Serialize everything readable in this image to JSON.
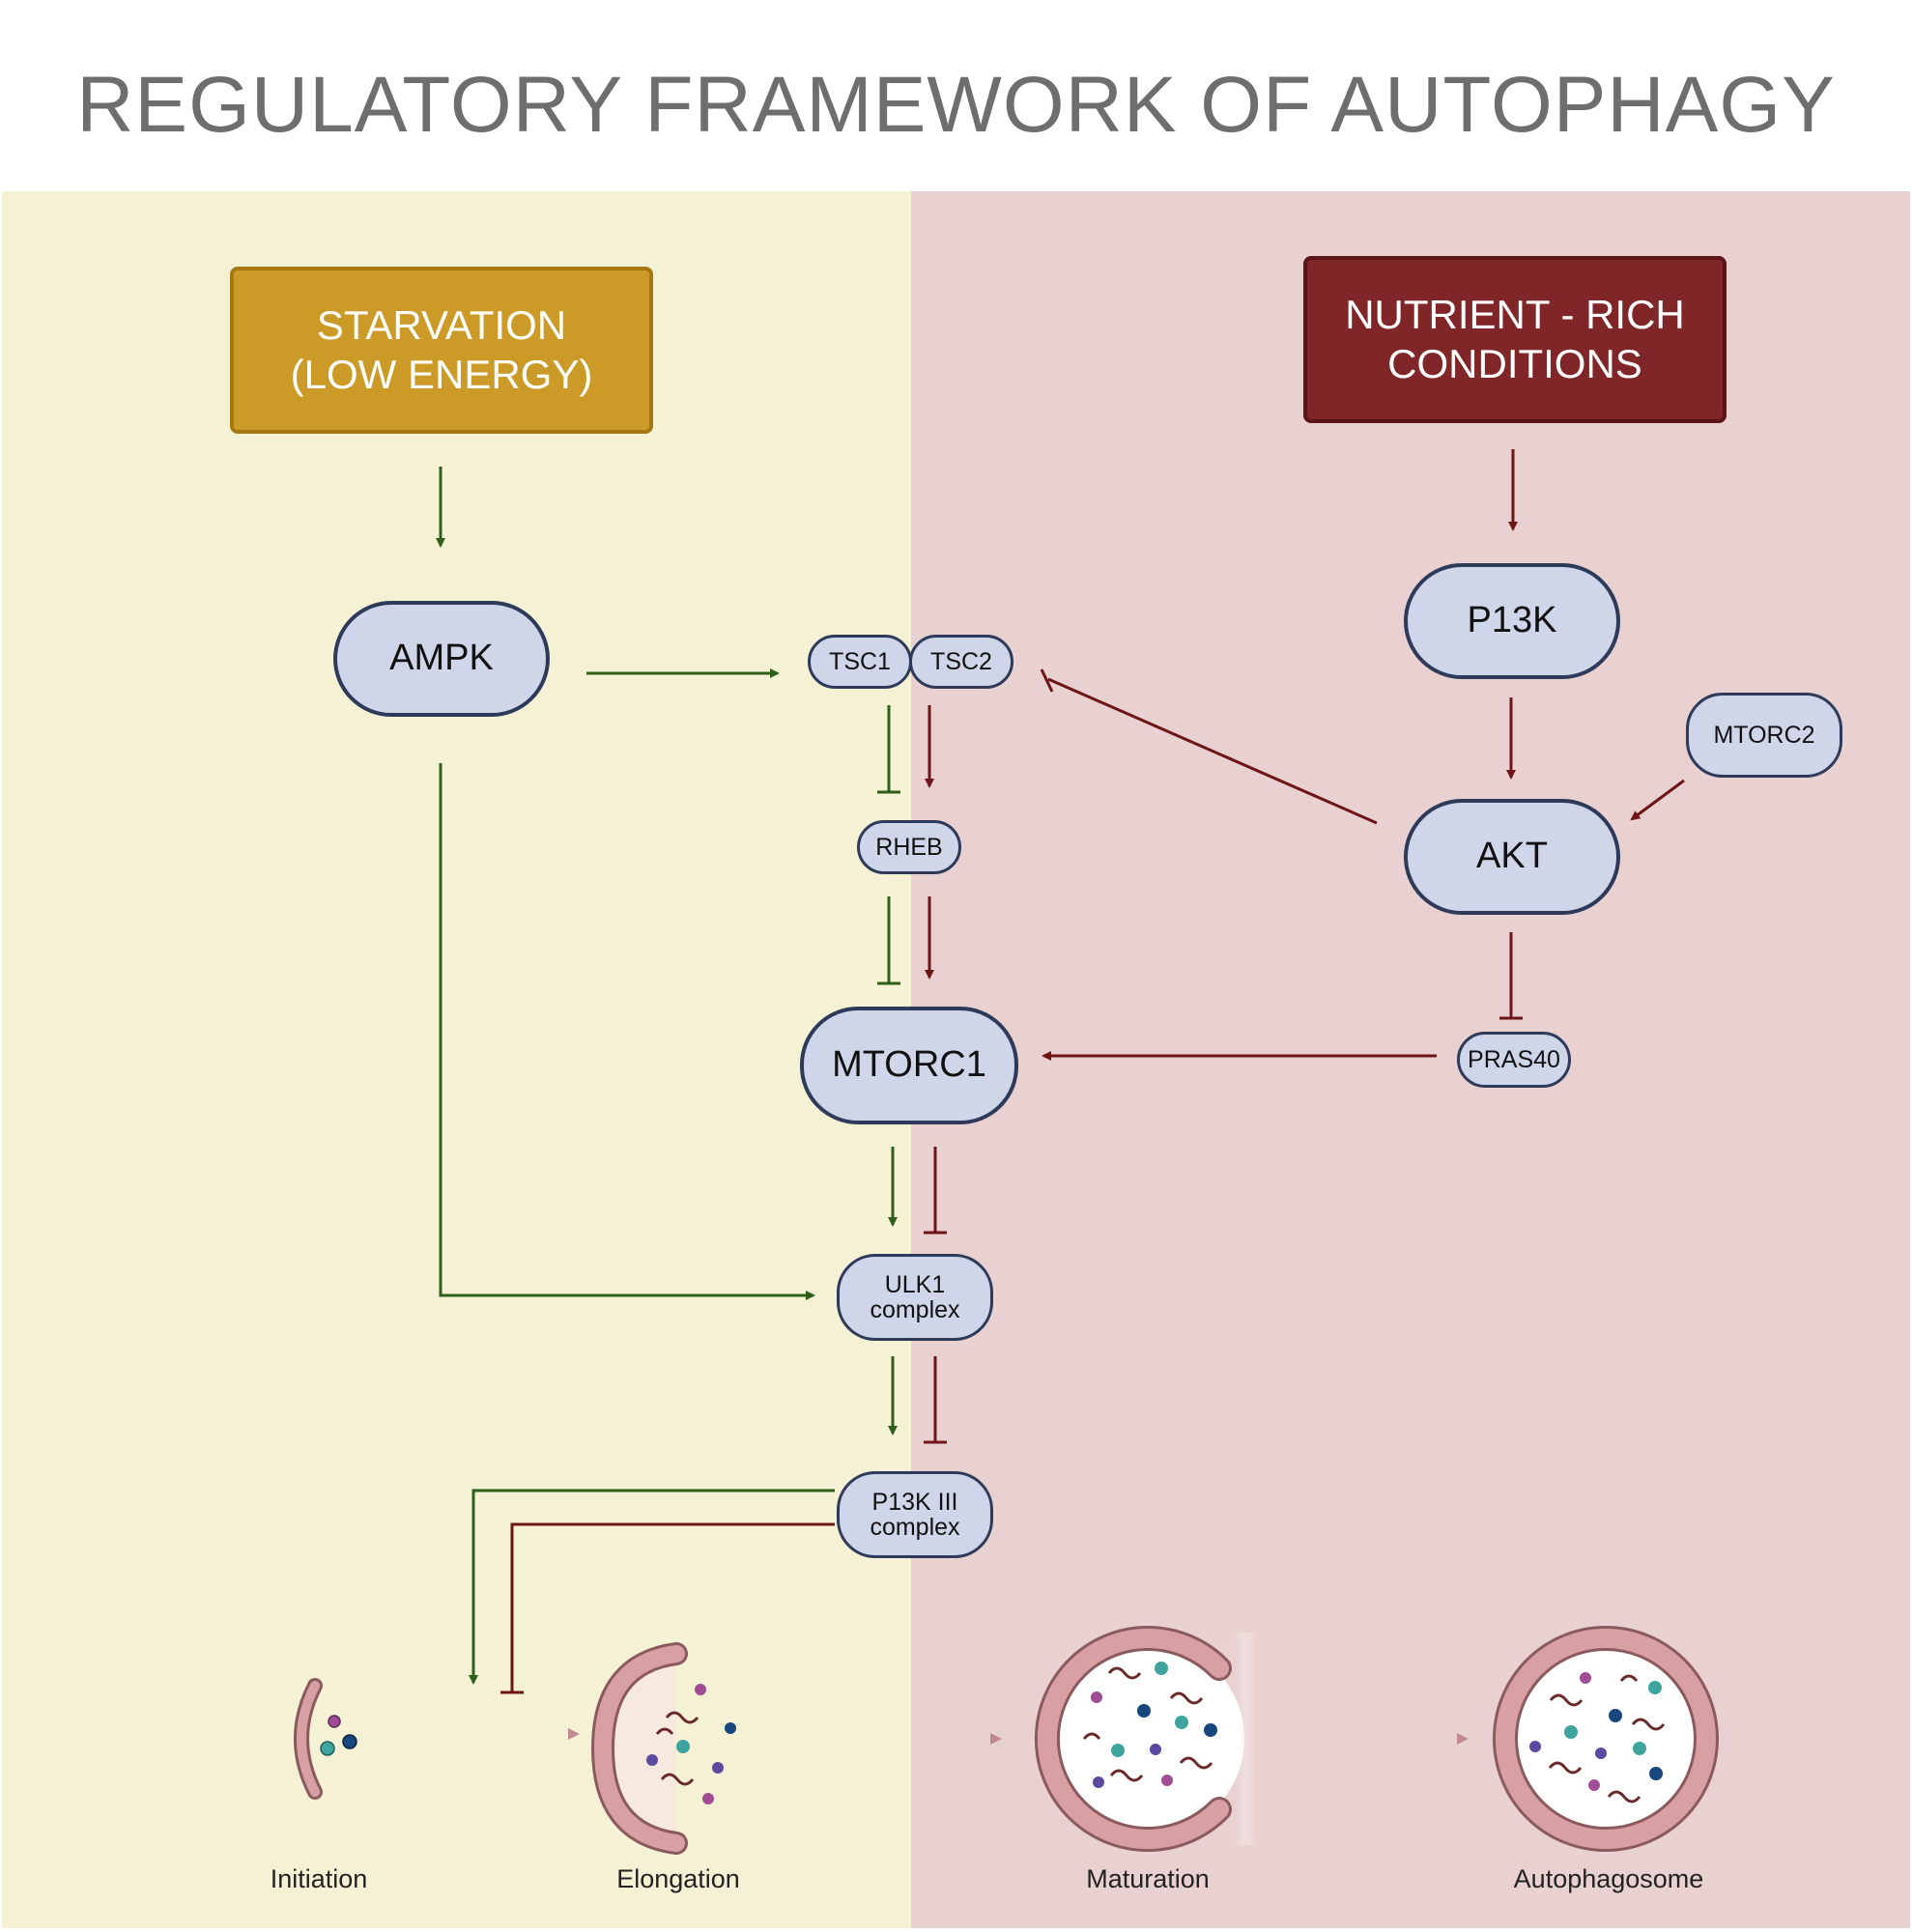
{
  "title": "REGULATORY FRAMEWORK OF AUTOPHAGY",
  "conditions": {
    "starvation": "STARVATION\n(LOW ENERGY)",
    "nutrient_rich": "NUTRIENT - RICH\nCONDITIONS"
  },
  "nodes": {
    "ampk": "AMPK",
    "tsc1": "TSC1",
    "tsc2": "TSC2",
    "p13k": "P13K",
    "mtorc2": "MTORC2",
    "akt": "AKT",
    "rheb": "RHEB",
    "mtorc1": "MTORC1",
    "pras40": "PRAS40",
    "ulk1": "ULK1\ncomplex",
    "p13k_iii": "P13K III\ncomplex"
  },
  "stages": [
    "Initiation",
    "Elongation",
    "Maturation",
    "Autophagosome"
  ],
  "colors": {
    "starvation_panel": "#f4f1d5",
    "nutrient_panel": "#ead1d1",
    "starvation_box": "#cc9b27",
    "nutrient_box": "#812628",
    "green_arrow": "#2f5e1a",
    "red_arrow": "#6e1518",
    "node_fill": "#cfd6ea",
    "node_border": "#2e3a5a",
    "membrane": "#d9a0a4"
  }
}
